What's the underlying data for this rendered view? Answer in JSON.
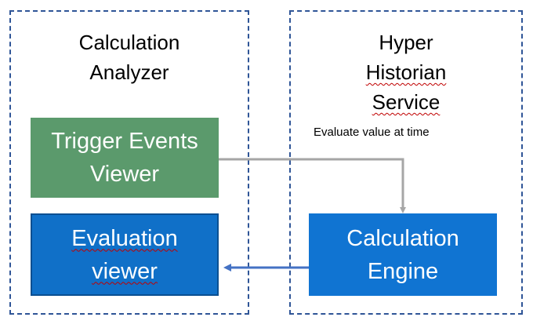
{
  "groups": {
    "left": {
      "title_line1": "Calculation",
      "title_line2": "Analyzer"
    },
    "right": {
      "title_line1a": "Hyper ",
      "title_line1b": "Historian",
      "title_line2": "Service"
    }
  },
  "nodes": {
    "trigger": {
      "line1": "Trigger Events",
      "line2": "Viewer",
      "color": "#5b9a6c"
    },
    "evaluation_viewer": {
      "line1": "Evaluation",
      "line2": "viewer",
      "color": "#1070c8"
    },
    "engine": {
      "line1": "Calculation",
      "line2": "Engine",
      "color": "#1074d2"
    }
  },
  "edges": [
    {
      "from": "Trigger Events Viewer",
      "to": "Calculation Engine",
      "label": "Evaluate value at time",
      "color": "#a6a6a6"
    },
    {
      "from": "Calculation Engine",
      "to": "Evaluation viewer",
      "color": "#4472c4"
    }
  ],
  "colors": {
    "group_border": "#2f5597",
    "spellcheck_underline": "#c00000"
  }
}
